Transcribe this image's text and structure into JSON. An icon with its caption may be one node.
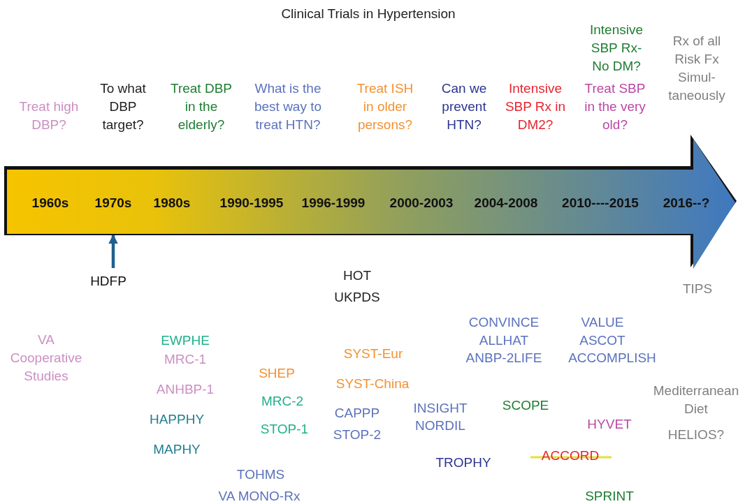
{
  "diagram": {
    "title": "Clinical Trials in Hypertension",
    "nodes": [
      {
        "text": [
          "1960s",
          "1970s",
          "1980s",
          "1990-1995",
          "1996-1999",
          "2000-2003",
          "2004-2008",
          "2010----2015",
          "2016--?"
        ]
      },
      {
        "text": [
          "HDFP"
        ]
      }
    ],
    "edges": [
      {
        "from": 1,
        "to": 0,
        "arrow": "to",
        "color": "#1f5f8f"
      }
    ],
    "labels": [
      "Treat high DBP?",
      "To what DBP target?",
      "Treat DBP in the elderly?",
      "What is the best way to treat HTN?",
      "Treat ISH in older persons?",
      "Can we prevent HTN?",
      "Intensive SBP Rx in DM2?",
      "Intensive SBP Rx- No DM?",
      "Treat SBP in the very old?",
      "Rx of all Risk Fx Simul- taneously",
      "HOT",
      "UKPDS",
      "TIPS",
      "CONVINCE",
      "ALLHAT",
      "ANBP-2LIFE",
      "VALUE",
      "ASCOT",
      "ACCOMPLISH",
      "VA Cooperative Studies",
      "EWPHE",
      "MRC-1",
      "SYST-Eur",
      "SHEP",
      "SYST-China",
      "ANHBP-1",
      "Mediterranean Diet",
      "MRC-2",
      "INSIGHT",
      "SCOPE",
      "NORDIL",
      "CAPPP",
      "HAPPHY",
      "HYVET",
      "STOP-1",
      "STOP-2",
      "HELIOS?",
      "MAPHY",
      "ACCORD",
      "TROPHY",
      "TOHMS",
      "VA MONO-Rx",
      "SPRINT"
    ]
  }
}
